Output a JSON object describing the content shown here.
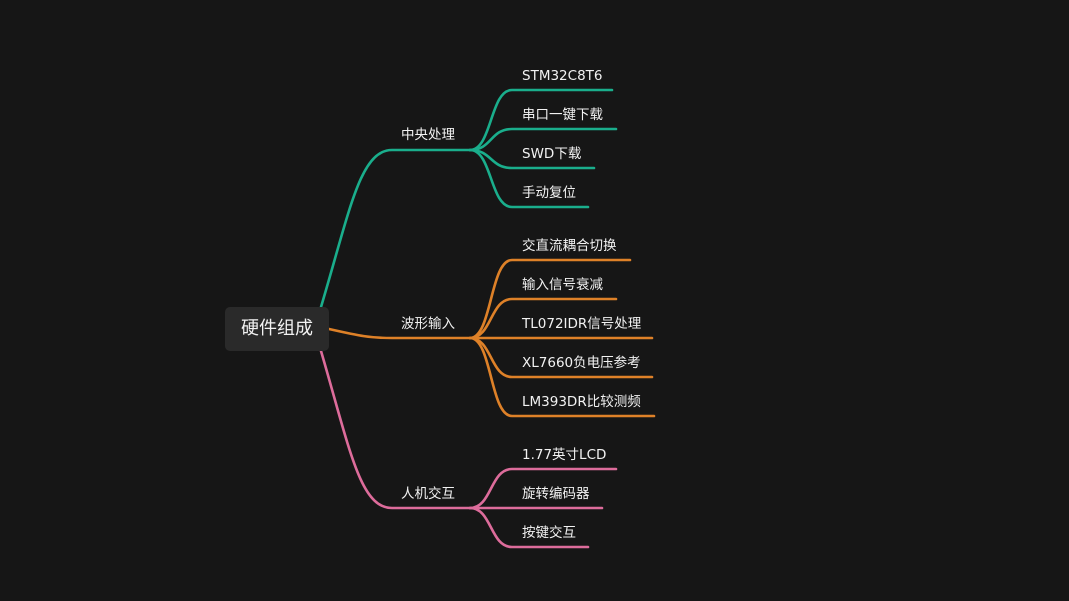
{
  "mindmap": {
    "root": "硬件组成",
    "branches": [
      {
        "label": "中央处理",
        "color": "#1aae8c",
        "children": [
          "STM32C8T6",
          "串口一键下载",
          "SWD下载",
          "手动复位"
        ]
      },
      {
        "label": "波形输入",
        "color": "#de8128",
        "children": [
          "交直流耦合切换",
          "输入信号衰减",
          "TL072IDR信号处理",
          "XL7660负电压参考",
          "LM393DR比较测频"
        ]
      },
      {
        "label": "人机交互",
        "color": "#dd6c9b",
        "children": [
          "1.77英寸LCD",
          "旋转编码器",
          "按键交互"
        ]
      }
    ]
  }
}
